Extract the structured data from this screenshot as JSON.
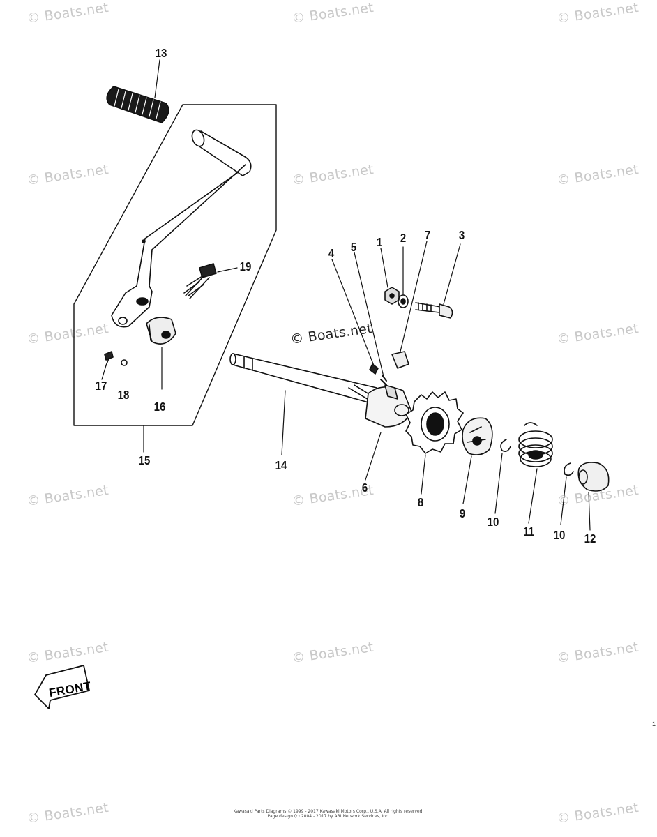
{
  "watermark": "© Boats.net",
  "center_watermark": "© Boats.net",
  "callouts": {
    "c1": "1",
    "c2": "2",
    "c3": "3",
    "c4": "4",
    "c5": "5",
    "c6": "6",
    "c7": "7",
    "c8": "8",
    "c9": "9",
    "c10a": "10",
    "c10b": "10",
    "c11": "11",
    "c12": "12",
    "c13": "13",
    "c14": "14",
    "c15": "15",
    "c16": "16",
    "c17": "17",
    "c18": "18",
    "c19": "19"
  },
  "front_label": "FRONT",
  "footer": {
    "line1": "Kawasaki Parts Diagrams © 1999 - 2017 Kawasaki Motors Corp., U.S.A. All rights reserved.",
    "line2": "Page design (c) 2004 - 2017 by ARI Network Services, Inc."
  },
  "page_number": "1",
  "colors": {
    "ink": "#111111",
    "watermark": "#c8c8c8"
  }
}
